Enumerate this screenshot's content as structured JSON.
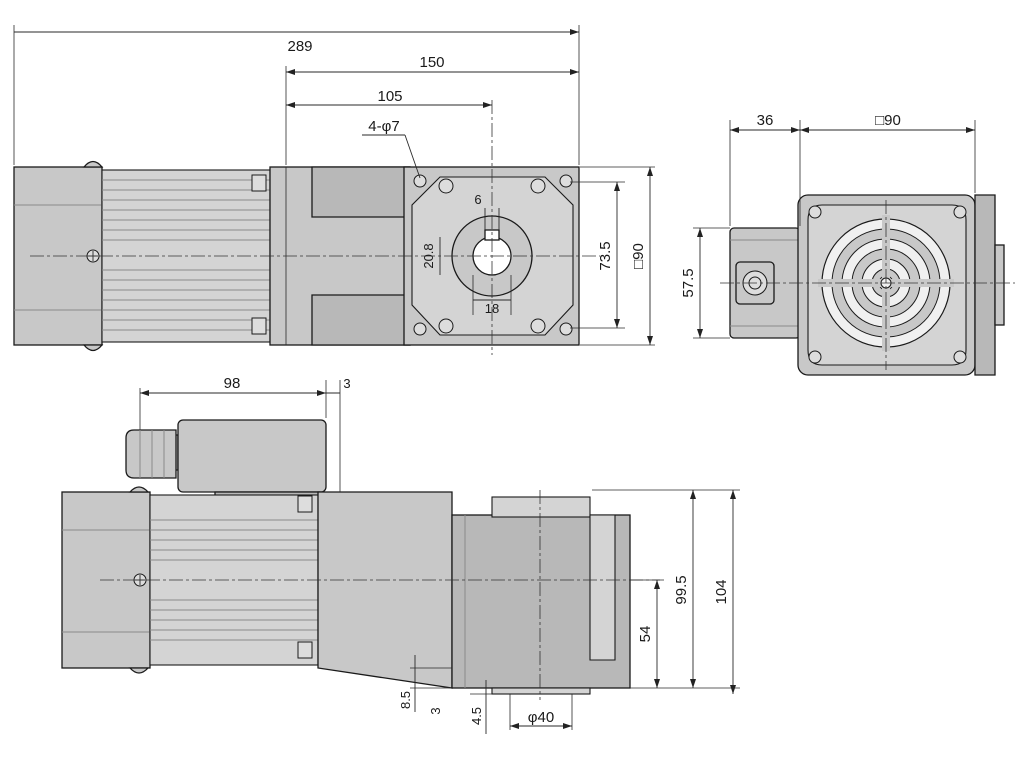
{
  "dimensions": {
    "overall_length": "289",
    "gear_length": "150",
    "shaft_offset": "105",
    "holes": "4-φ7",
    "key_width": "6",
    "shaft_height": "20.8",
    "shaft_dia": "18",
    "hole_pitch": "73.5",
    "flange_square": "□90",
    "box_offset": "36",
    "fan_square": "□90",
    "box_height": "57.5",
    "box_length": "98",
    "box_gap": "3",
    "gear_height_a": "99.5",
    "gear_height_b": "104",
    "gear_height_c": "54",
    "base_a": "8.5",
    "base_b": "3",
    "base_c": "4.5",
    "boss_dia": "φ40"
  }
}
